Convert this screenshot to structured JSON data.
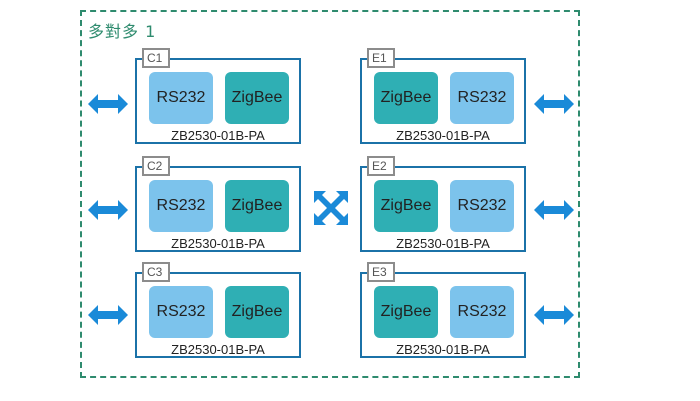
{
  "title": "多對多 1",
  "colors": {
    "frame": "#2e8b6e",
    "module_border": "#1b72a8",
    "rs232_chip": "#7cc3ec",
    "zigbee_chip": "#2fafb4",
    "arrow": "#1a8ad8"
  },
  "icons": [
    "double-arrow-icon",
    "cross-arrows-icon"
  ],
  "modules": {
    "c1": {
      "tag": "C1",
      "left_chip": "RS232",
      "right_chip": "ZigBee",
      "model": "ZB2530-01B-PA"
    },
    "c2": {
      "tag": "C2",
      "left_chip": "RS232",
      "right_chip": "ZigBee",
      "model": "ZB2530-01B-PA"
    },
    "c3": {
      "tag": "C3",
      "left_chip": "RS232",
      "right_chip": "ZigBee",
      "model": "ZB2530-01B-PA"
    },
    "e1": {
      "tag": "E1",
      "left_chip": "ZigBee",
      "right_chip": "RS232",
      "model": "ZB2530-01B-PA"
    },
    "e2": {
      "tag": "E2",
      "left_chip": "ZigBee",
      "right_chip": "RS232",
      "model": "ZB2530-01B-PA"
    },
    "e3": {
      "tag": "E3",
      "left_chip": "ZigBee",
      "right_chip": "RS232",
      "model": "ZB2530-01B-PA"
    }
  }
}
